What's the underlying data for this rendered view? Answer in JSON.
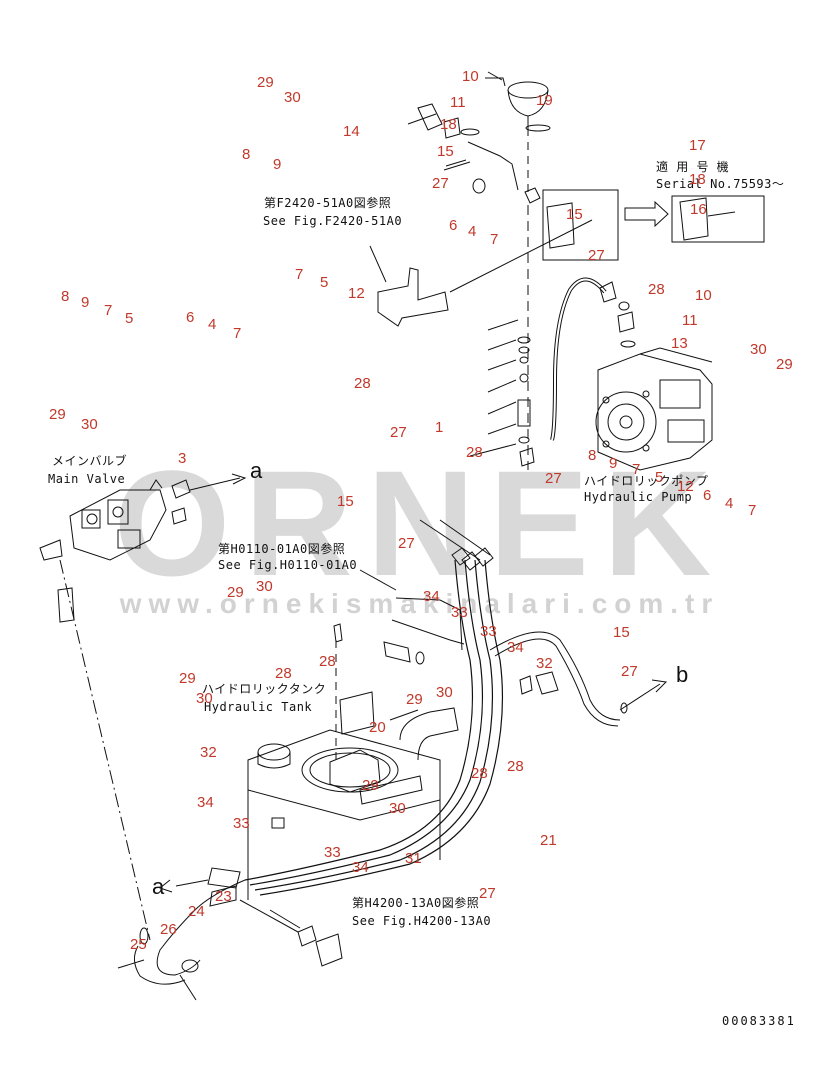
{
  "watermark": {
    "brand": "ORNEK",
    "url": "www.ornekismakinalari.com.tr",
    "color": "#d9d9d9"
  },
  "colors": {
    "callout": "#c0392b",
    "line": "#111111"
  },
  "labels": {
    "main_valve_jp": "メインバルブ",
    "main_valve_en": "Main Valve",
    "pump_jp": "ハイドロリックポンプ",
    "pump_en": "Hydraulic Pump",
    "tank_jp": "ハイドロリックタンク",
    "tank_en": "Hydraulic Tank",
    "serial_jp": "適 用 号 機",
    "serial_en": "Serial No.75593～",
    "ref1_jp": "第F2420-51A0図参照",
    "ref1_en": "See Fig.F2420-51A0",
    "ref2_jp": "第H0110-01A0図参照",
    "ref2_en": "See Fig.H0110-01A0",
    "ref3_jp": "第H4200-13A0図参照",
    "ref3_en": "See Fig.H4200-13A0",
    "doc_no": "00083381",
    "conn_a1": "a",
    "conn_a2": "a",
    "conn_b": "b"
  },
  "callouts": [
    "29",
    "30",
    "10",
    "19",
    "11",
    "18",
    "14",
    "15",
    "8",
    "9",
    "27",
    "6",
    "4",
    "7",
    "17",
    "18",
    "16",
    "15",
    "27",
    "7",
    "5",
    "12",
    "8",
    "9",
    "7",
    "5",
    "6",
    "4",
    "7",
    "28",
    "10",
    "11",
    "13",
    "30",
    "29",
    "28",
    "27",
    "1",
    "29",
    "30",
    "3",
    "28",
    "27",
    "8",
    "9",
    "7",
    "5",
    "12",
    "6",
    "4",
    "7",
    "15",
    "27",
    "34",
    "29",
    "30",
    "33",
    "33",
    "15",
    "28",
    "34",
    "32",
    "27",
    "29",
    "30",
    "28",
    "29",
    "30",
    "20",
    "32",
    "29",
    "30",
    "28",
    "28",
    "34",
    "33",
    "21",
    "33",
    "34",
    "31",
    "23",
    "24",
    "25",
    "26",
    "27"
  ]
}
